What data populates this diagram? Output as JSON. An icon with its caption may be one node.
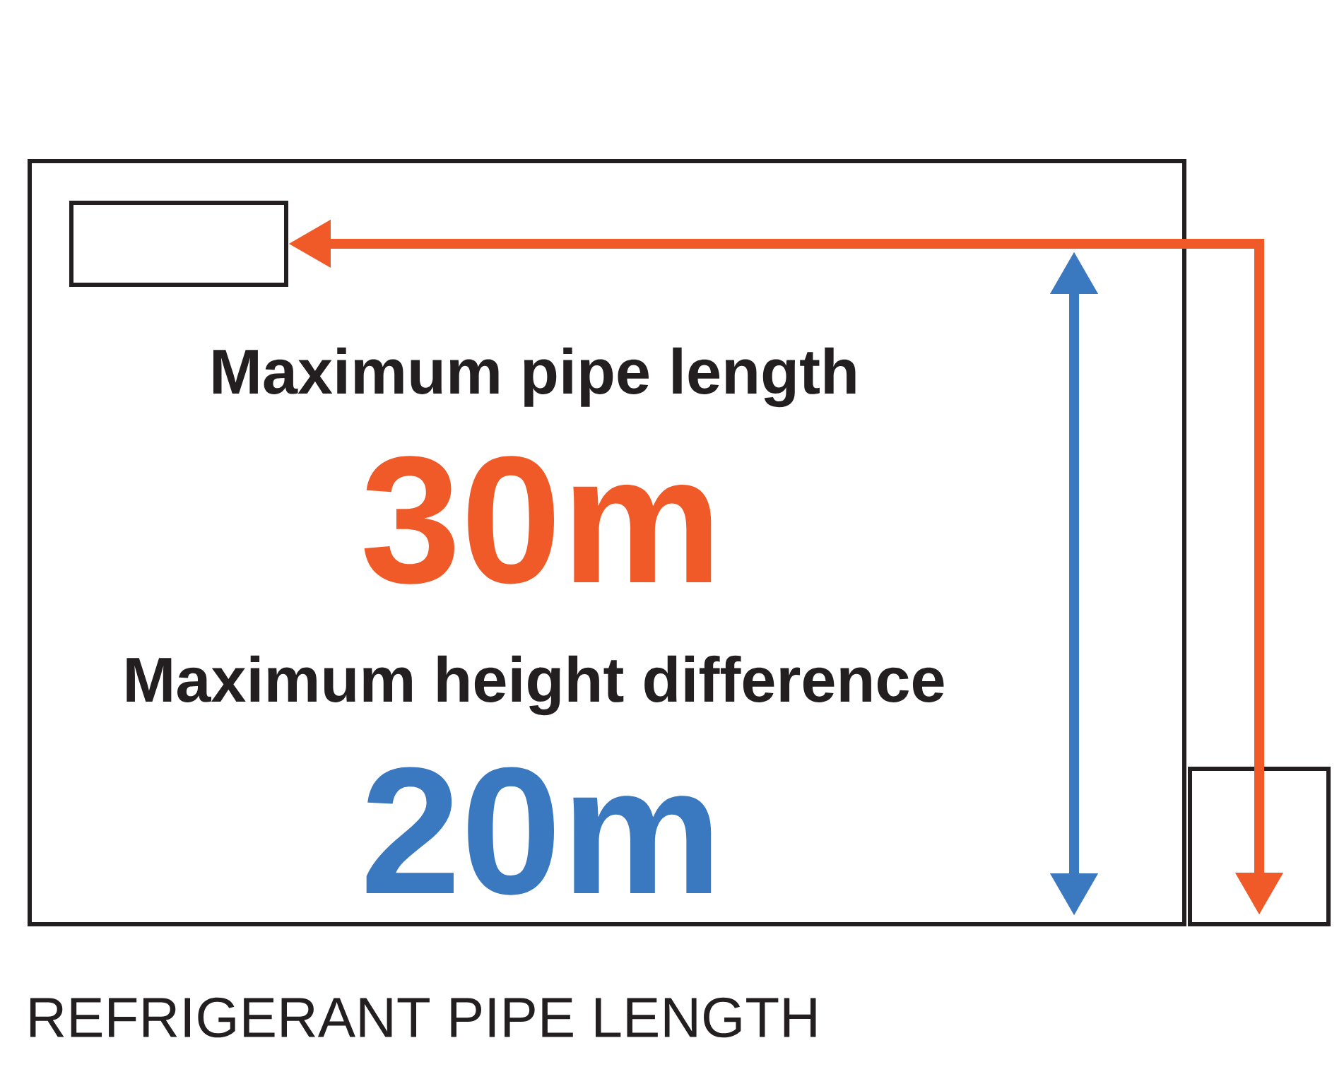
{
  "diagram": {
    "caption": "REFRIGERANT PIPE LENGTH",
    "nodes": [
      {
        "text": [
          "Maximum pipe length",
          "30m",
          "Maximum height difference",
          "20m"
        ]
      },
      {
        "text": [],
        "shape": "box",
        "in": 0
      },
      {
        "text": [],
        "shape": "box"
      }
    ],
    "edges": [
      {
        "from": 1,
        "to": 2,
        "arrow": "both",
        "color": "#f05a28"
      }
    ]
  }
}
